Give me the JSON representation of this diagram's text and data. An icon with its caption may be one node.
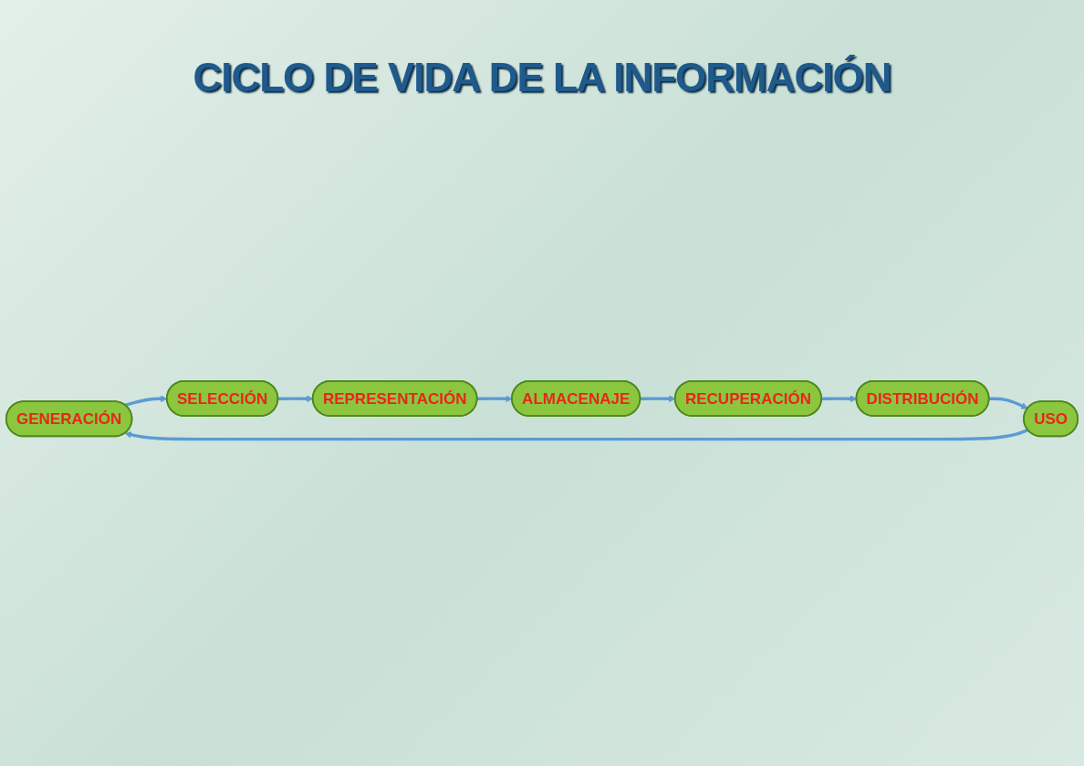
{
  "diagram": {
    "title": "CICLO DE VIDA DE LA INFORMACIÓN",
    "nodes": [
      {
        "text": [
          "GENERACIÓN"
        ]
      },
      {
        "text": [
          "SELECCIÓN"
        ]
      },
      {
        "text": [
          "REPRESENTACIÓN"
        ]
      },
      {
        "text": [
          "ALMACENAJE"
        ]
      },
      {
        "text": [
          "RECUPERACIÓN"
        ]
      },
      {
        "text": [
          "DISTRIBUCIÓN"
        ]
      },
      {
        "text": [
          "USO"
        ]
      }
    ],
    "edges": [
      {
        "from": 0,
        "to": 1,
        "arrow": "to"
      },
      {
        "from": 1,
        "to": 2,
        "arrow": "to"
      },
      {
        "from": 2,
        "to": 3,
        "arrow": "to"
      },
      {
        "from": 3,
        "to": 4,
        "arrow": "to"
      },
      {
        "from": 4,
        "to": 5,
        "arrow": "to"
      },
      {
        "from": 5,
        "to": 6,
        "arrow": "to"
      },
      {
        "from": 6,
        "to": 0,
        "arrow": "to"
      }
    ]
  }
}
